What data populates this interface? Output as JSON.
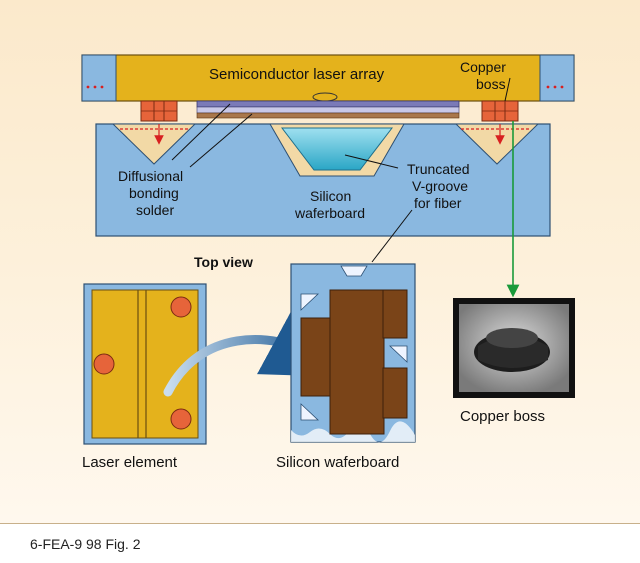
{
  "labels": {
    "laser_array": "Semiconductor laser array",
    "copper_boss_top_1": "Copper",
    "copper_boss_top_2": "boss",
    "diffusional_1": "Diffusional",
    "diffusional_2": "bonding",
    "diffusional_3": "solder",
    "silicon_1": "Silicon",
    "silicon_2": "waferboard",
    "truncated_1": "Truncated",
    "truncated_2": "V-groove",
    "truncated_3": "for fiber",
    "top_view": "Top view",
    "laser_element": "Laser element",
    "silicon_waferboard": "Silicon waferboard",
    "copper_boss_photo": "Copper boss"
  },
  "caption": "6-FEA-9 98 Fig. 2",
  "colors": {
    "panel_bg": "#fbe9cb",
    "gold": "#e4b21c",
    "blue": "#8ab8e0",
    "copper": "#e6643a",
    "brown": "#7a4418",
    "green_arrow": "#1a9a3a"
  }
}
